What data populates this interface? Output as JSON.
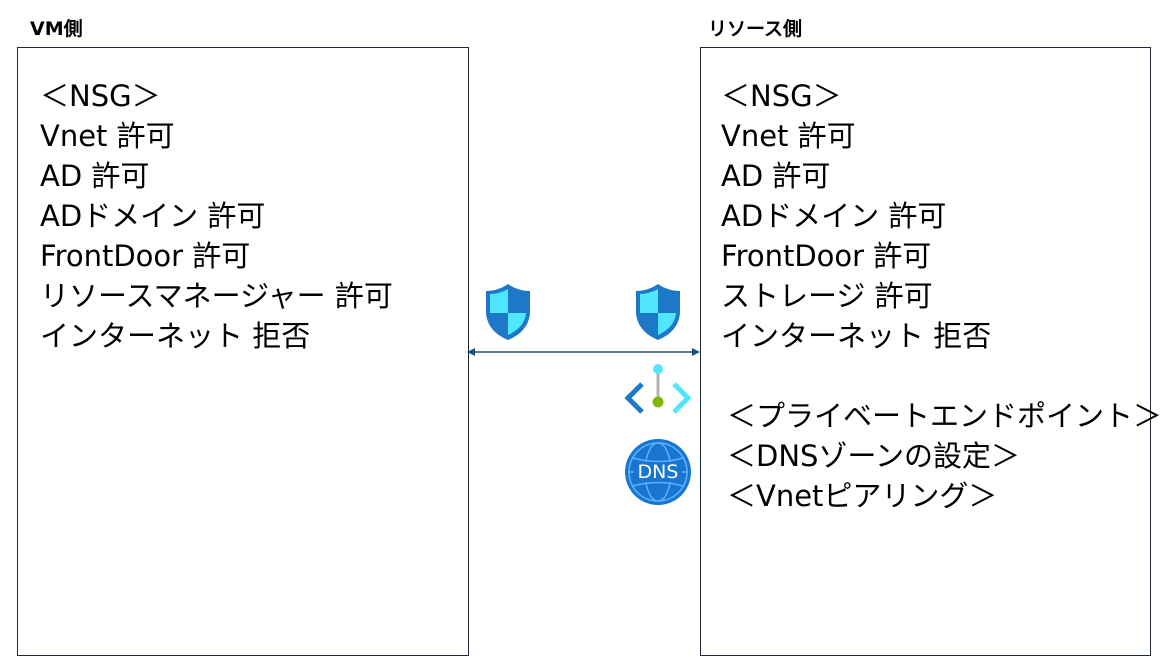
{
  "vm_side": {
    "title": "VM側",
    "lines": [
      "＜NSG＞",
      "Vnet  許可",
      "AD  許可",
      "ADドメイン  許可",
      "FrontDoor  許可",
      "リソースマネージャー  許可",
      "インターネット  拒否"
    ]
  },
  "resource_side": {
    "title": "リソース側",
    "lines": [
      "＜NSG＞",
      "Vnet  許可",
      "AD  許可",
      "ADドメイン  許可",
      "FrontDoor  許可",
      "ストレージ  許可",
      "インターネット  拒否"
    ],
    "extra_lines": [
      "＜プライベートエンドポイント＞",
      "＜DNSゾーンの設定＞",
      "＜Vnetピアリング＞"
    ]
  },
  "icons": {
    "left_shield": "nsg-shield-icon",
    "right_shield": "nsg-shield-icon",
    "endpoint": "private-endpoint-icon",
    "dns": "dns-zone-icon",
    "dns_label": "DNS"
  },
  "colors": {
    "border": "#1b2a36",
    "connector": "#1f4e79",
    "shield_dark": "#1e78c8",
    "shield_light": "#50e6ff",
    "dns_blue": "#1876d2"
  }
}
